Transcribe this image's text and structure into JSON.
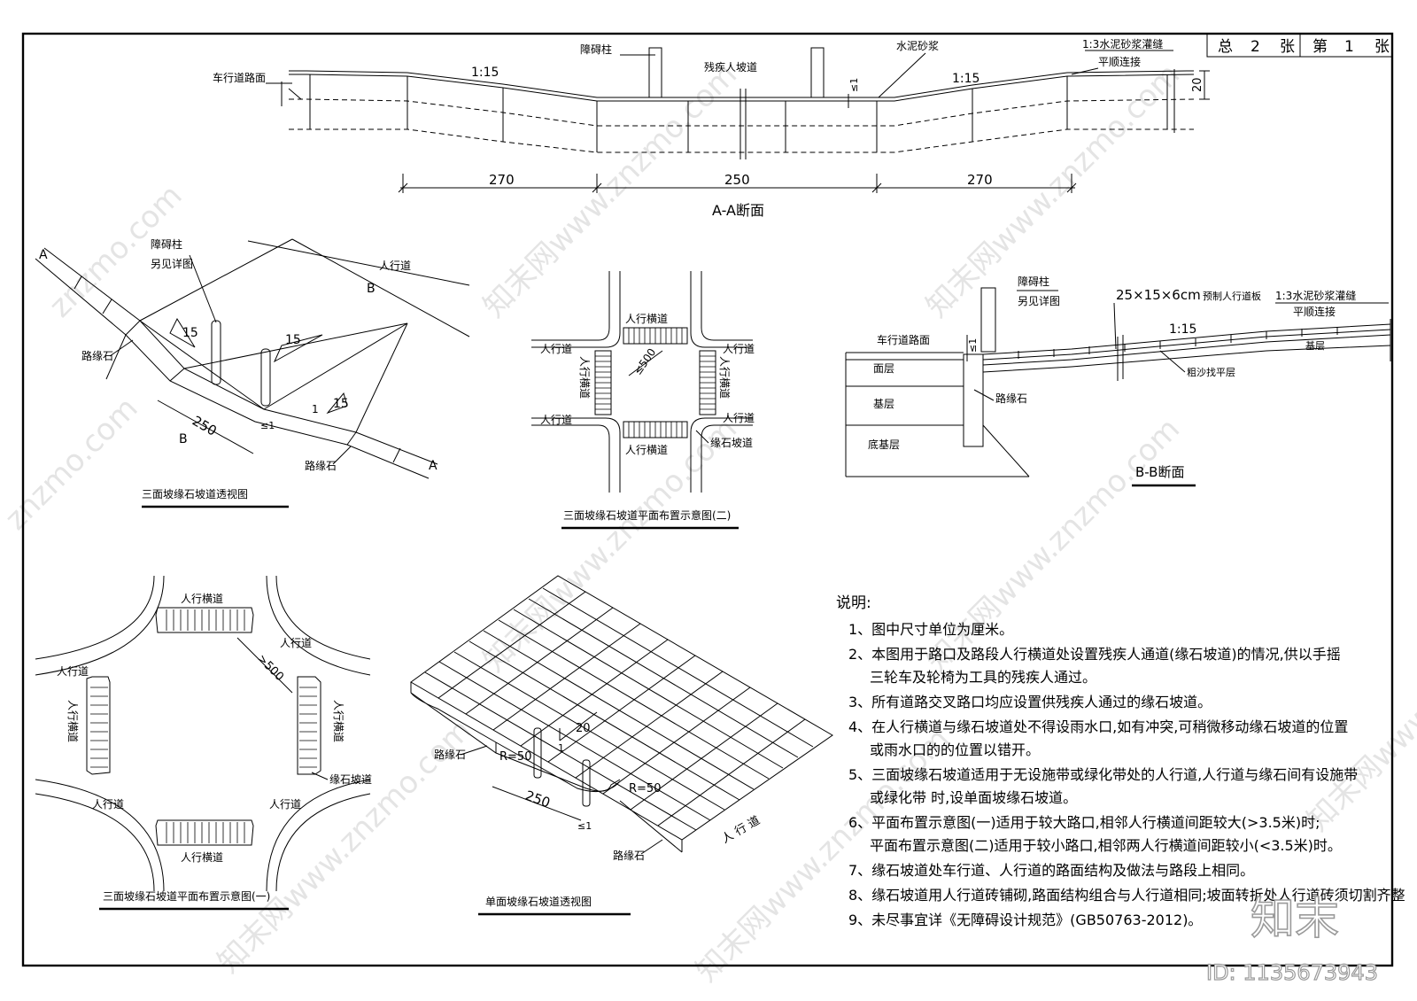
{
  "sheet": {
    "total_label": "总",
    "total_count": "2",
    "sheet_unit": "张",
    "sheet_no_label": "第",
    "sheet_no": "1",
    "sheet_unit2": "张"
  },
  "section_aa": {
    "title": "A-A断面",
    "labels": {
      "road_surface": "车行道路面",
      "barrier_post": "障碍柱",
      "ramp": "残疾人坡道",
      "cement_mortar": "水泥砂浆",
      "joint": "1:3水泥砂浆灌缝",
      "smooth": "平顺连接"
    },
    "slope_left": "1:15",
    "slope_right": "1:15",
    "curb_drop": "≤1",
    "height": "20",
    "dims": [
      "270",
      "250",
      "270"
    ]
  },
  "persp_three": {
    "title": "三面坡缘石坡道透视图",
    "labels": {
      "post": "障碍柱",
      "post_ref": "另见详图",
      "sidewalk": "人行道",
      "curb_top": "路缘石",
      "curb_bottom": "路缘石"
    },
    "cut_a": "A",
    "cut_b": "B",
    "slopes": [
      "15",
      "15",
      "15"
    ],
    "one": "1",
    "width": "250",
    "drop": "≤1"
  },
  "plan_two": {
    "title": "三面坡缘石坡道平面布置示意图(二)",
    "labels": {
      "crosswalk": "人行横道",
      "sidewalk": "人行道",
      "curb_ramp": "缘石坡道"
    },
    "dim": "≤500"
  },
  "section_bb": {
    "title": "B-B断面",
    "labels": {
      "post": "障碍柱",
      "post_ref": "另见详图",
      "slab": "25×15×6cm",
      "slab_note": "预制人行道板",
      "joint": "1:3水泥砂浆灌缝",
      "smooth": "平顺连接",
      "road_surface": "车行道路面",
      "surface": "面层",
      "base": "基层",
      "subbase": "底基层",
      "curb": "路缘石",
      "base_r": "基层",
      "sand": "粗沙找平层"
    },
    "slope": "1:15",
    "drop": "≤1"
  },
  "plan_one": {
    "title": "三面坡缘石坡道平面布置示意图(一)",
    "labels": {
      "crosswalk": "人行横道",
      "sidewalk": "人行道",
      "curb_ramp": "缘石坡道"
    },
    "dim": ">500"
  },
  "persp_single": {
    "title": "单面坡缘石坡道透视图",
    "labels": {
      "curb_top": "路缘石",
      "curb_bottom": "路缘石",
      "sidewalk": "人 行 道"
    },
    "r1": "R=50",
    "r2": "R=50",
    "slope": "20",
    "one": "1",
    "width": "250",
    "drop": "≤1"
  },
  "notes": {
    "heading": "说明:",
    "items": [
      "1、图中尺寸单位为厘米。",
      "2、本图用于路口及路段人行横道处设置残疾人通道(缘石坡道)的情况,供以手摇",
      "三轮车及轮椅为工具的残疾人通过。",
      "3、所有道路交叉路口均应设置供残疾人通过的缘石坡道。",
      "4、在人行横道与缘石坡道处不得设雨水口,如有冲突,可稍微移动缘石坡道的位置",
      "或雨水口的的位置以错开。",
      "5、三面坡缘石坡道适用于无设施带或绿化带处的人行道,人行道与缘石间有设施带",
      "或绿化带 时,设单面坡缘石坡道。",
      "6、平面布置示意图(一)适用于较大路口,相邻人行横道间距较大(>3.5米)时;",
      "平面布置示意图(二)适用于较小路口,相邻两人行横道间距较小(<3.5米)时。",
      "7、缘石坡道处车行道、人行道的路面结构及做法与路段上相同。",
      "8、缘石坡道用人行道砖铺砌,路面结构组合与人行道相同;坡面转折处人行道砖须切割齐整",
      "9、未尽事宜详《无障碍设计规范》(GB50763-2012)。"
    ]
  },
  "watermark": {
    "brand": "知末",
    "site": "znzmo.com",
    "id": "ID: 1135673943",
    "repeat": "知末网www.znzmo.com"
  }
}
